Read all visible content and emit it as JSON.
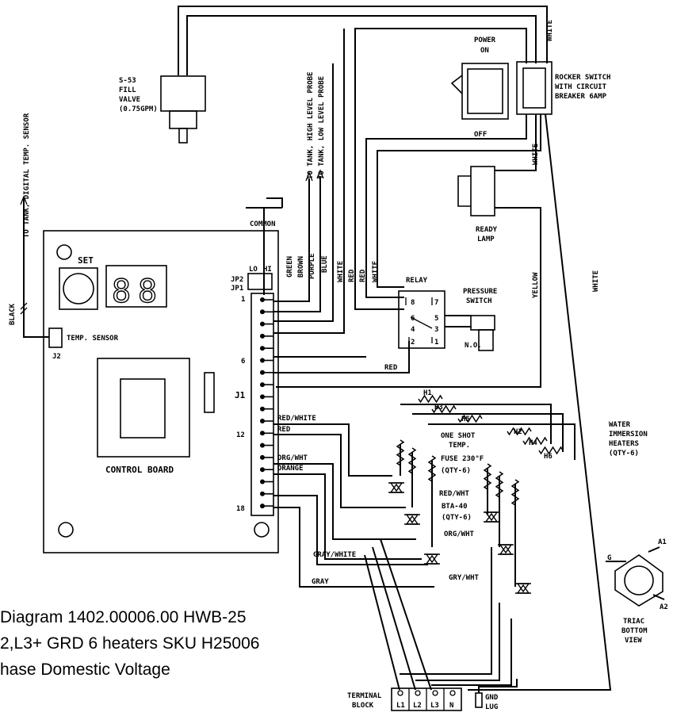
{
  "caption": {
    "line1": "Diagram 1402.00006.00 HWB-25",
    "line2": "2,L3+ GRD 6 heaters SKU H25006",
    "line3": "hase Domestic Voltage"
  },
  "components": {
    "fill_valve": [
      "S-53",
      "FILL",
      "VALVE",
      "(0.75GPM)"
    ],
    "probe_high": "TO TANK, HIGH LEVEL PROBE",
    "probe_low": "TO TANK, LOW LEVEL PROBE",
    "temp_sensor_lead": "TO TANK, DIGITAL TEMP. SENSOR",
    "power_on": [
      "POWER",
      "ON"
    ],
    "power_off": "OFF",
    "rocker_switch": [
      "ROCKER SWITCH",
      "WITH CIRCUIT",
      "BREAKER 6AMP"
    ],
    "ready_lamp": [
      "READY",
      "LAMP"
    ],
    "relay": "RELAY",
    "pressure_switch": [
      "PRESSURE",
      "SWITCH"
    ],
    "pressure_switch_no": "N.O.",
    "common": "COMMON",
    "set": "SET",
    "jumper_labels": [
      "LO",
      "HI",
      "JP2",
      "JP1"
    ],
    "temp_sensor": "TEMP. SENSOR",
    "j2": "J2",
    "j1": "J1",
    "control_board": "CONTROL BOARD",
    "pin_numbers": [
      "1",
      "6",
      "12",
      "18"
    ],
    "heaters": [
      "H1",
      "H3",
      "H5",
      "H2",
      "H4",
      "H6"
    ],
    "fuse": [
      "ONE SHOT",
      "TEMP.",
      "FUSE 230°F",
      "(QTY-6)"
    ],
    "triac_type": [
      "BTA-40",
      "(QTY-6)"
    ],
    "water_heaters": [
      "WATER",
      "IMMERSION",
      "HEATERS",
      "(QTY-6)"
    ],
    "triac_view": [
      "TRIAC",
      "BOTTOM",
      "VIEW"
    ],
    "triac_pins": [
      "G",
      "A1",
      "A2"
    ],
    "terminal_block": [
      "TERMINAL",
      "BLOCK"
    ],
    "terminals": [
      "L1",
      "L2",
      "L3",
      "N"
    ],
    "ground_lug": [
      "GND",
      "LUG"
    ],
    "relay_pins": [
      "8",
      "7",
      "6",
      "5",
      "4",
      "3",
      "2",
      "1"
    ]
  },
  "wire_colors": {
    "white": "WHITE",
    "green": "GREEN",
    "brown": "BROWN",
    "purple": "PURPLE",
    "blue": "BLUE",
    "red": "RED",
    "yellow": "YELLOW",
    "black": "BLACK",
    "red_white": "RED/WHITE",
    "org_wht": "ORG/WHT",
    "orange": "ORANGE",
    "gray_white": "GRAY/WHITE",
    "gray": "GRAY",
    "red_wht": "RED/WHT",
    "gry_wht": "GRY/WHT"
  }
}
